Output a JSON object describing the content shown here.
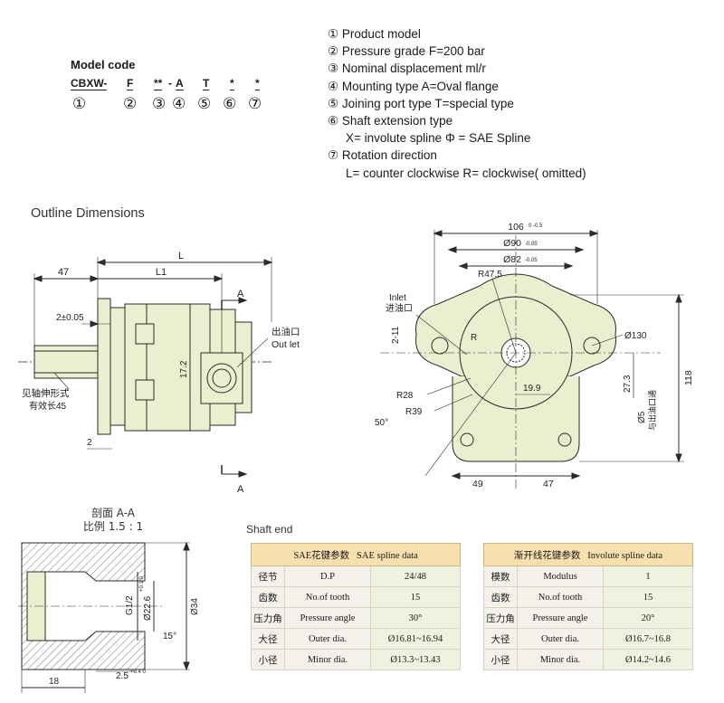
{
  "model_code": {
    "title": "Model code",
    "parts": [
      "CBXW-",
      "F",
      "**",
      "-",
      "A",
      "T",
      "*",
      "*"
    ],
    "numbers": [
      "①",
      "②",
      "③",
      "④",
      "⑤",
      "⑥",
      "⑦"
    ]
  },
  "legend": [
    "① Product model",
    "② Pressure grade F=200 bar",
    "③ Nominal displacement ml/r",
    "④ Mounting type A=Oval flange",
    "⑤ Joining port type T=special type",
    "⑥ Shaft extension type",
    "X= involute spline  Φ = SAE Spline",
    "⑦ Rotation direction",
    "L= counter clockwise  R= clockwise( omitted)"
  ],
  "outline": {
    "title": "Outline Dimensions",
    "side_view": {
      "dim_L": "L",
      "dim_47": "47",
      "dim_L1": "L1",
      "section_A_top": "A",
      "section_A_bottom": "A",
      "dim_2_tol": "2±0.05",
      "dim_17_2": "17.2",
      "outlet_cn": "出油口",
      "outlet_en": "Out let",
      "spline_note_cn": "见轴伸形式",
      "spline_note_len": "有效长45",
      "dim_2": "2"
    },
    "front_view": {
      "dim_106": "106",
      "dim_106_tol": "0 -0.5",
      "dim_90": "Ø90",
      "dim_90_tol": "-0.05",
      "dim_82": "Ø82",
      "dim_82_tol": "-0.05",
      "r47_5": "R47.5",
      "inlet_en": "Inlet",
      "inlet_cn": "进油口",
      "dim_2_11": "2-11",
      "r_label": "R",
      "d130": "Ø130",
      "dim_19_9": "19.9",
      "dim_27_3": "27.3",
      "r28": "R28",
      "r39": "R39",
      "d5": "Ø5",
      "side_note_cn": "与出油口通",
      "dim_118": "118",
      "angle_50": "50°",
      "dim_49": "49",
      "dim_47": "47"
    },
    "section": {
      "title_line1": "剖面 A-A",
      "title_line2": "比例 1.5 : 1",
      "g12": "G1/2",
      "d22_6": "Ø22.6",
      "d22_6_tol": "+0.1 0",
      "d34": "Ø34",
      "angle_15": "15°",
      "dim_2_5": "2.5",
      "dim_2_5_tol": "+0.4 0",
      "dim_18": "18"
    }
  },
  "shaft_end": {
    "title": "Shaft end",
    "sae": {
      "header_cn": "SAE花键参数",
      "header_en": "SAE spline data",
      "rows": [
        {
          "cn": "径节",
          "en": "D.P",
          "value": "24/48"
        },
        {
          "cn": "齿数",
          "en": "No.of tooth",
          "value": "15"
        },
        {
          "cn": "压力角",
          "en": "Pressure angle",
          "value": "30°"
        },
        {
          "cn": "大径",
          "en": "Outer dia.",
          "value": "Ø16.81~16.94"
        },
        {
          "cn": "小径",
          "en": "Minor dia.",
          "value": "Ø13.3~13.43"
        }
      ]
    },
    "involute": {
      "header_cn": "渐开线花键参数",
      "header_en": "Involute spline data",
      "rows": [
        {
          "cn": "模数",
          "en": "Modulus",
          "value": "1"
        },
        {
          "cn": "齿数",
          "en": "No.of tooth",
          "value": "15"
        },
        {
          "cn": "压力角",
          "en": "Pressure angle",
          "value": "20°"
        },
        {
          "cn": "大径",
          "en": "Outer dia.",
          "value": "Ø16.7~16.8"
        },
        {
          "cn": "小径",
          "en": "Minor dia.",
          "value": "Ø14.2~14.6"
        }
      ]
    }
  },
  "colors": {
    "part_fill": "#e9f0cf",
    "line": "#2a2a2a",
    "header_bg": "#f7e0ae"
  }
}
